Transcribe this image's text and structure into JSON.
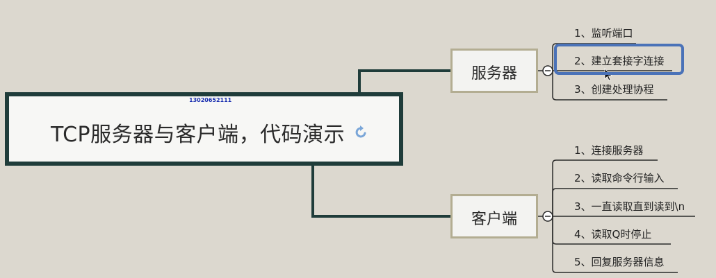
{
  "root": {
    "title": "TCP服务器与客户端，代码演示",
    "watermark": "13020652111"
  },
  "server": {
    "label": "服务器",
    "items": [
      "1、监听端口",
      "2、建立套接字连接",
      "3、创建处理协程"
    ]
  },
  "client": {
    "label": "客户端",
    "items": [
      "1、连接服务器",
      "2、读取命令行输入",
      "3、一直读取直到读到\\n",
      "4、读取Q时停止",
      "5、回复服务器信息"
    ]
  },
  "colors": {
    "background": "#dcd8cf",
    "root_border": "#1f3c3a",
    "branch_border": "#b3ad92",
    "highlight": "#4a72b8"
  },
  "highlighted_item": "server.items.1"
}
